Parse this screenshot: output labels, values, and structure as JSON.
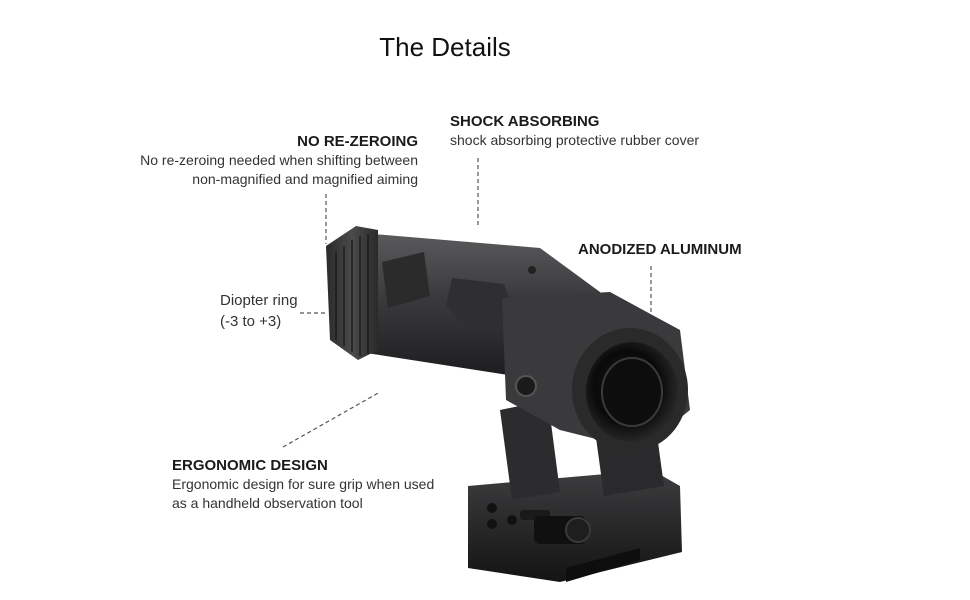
{
  "title": "The Details",
  "callouts": {
    "no_rezero": {
      "heading": "NO RE-ZEROING",
      "line1": "No re-zeroing needed when shifting between",
      "line2": "non-magnified and magnified aiming"
    },
    "shock": {
      "heading": "SHOCK ABSORBING",
      "line1": "shock absorbing protective rubber cover"
    },
    "anodized": {
      "heading": "ANODIZED ALUMINUM"
    },
    "diopter": {
      "line1": "Diopter ring",
      "line2": "(-3 to +3)"
    },
    "ergonomic": {
      "heading": "ERGONOMIC DESIGN",
      "line1": "Ergonomic design for sure grip when used",
      "line2": "as a handheld observation tool"
    }
  },
  "product_image": {
    "name": "magnifier-on-flip-mount"
  }
}
